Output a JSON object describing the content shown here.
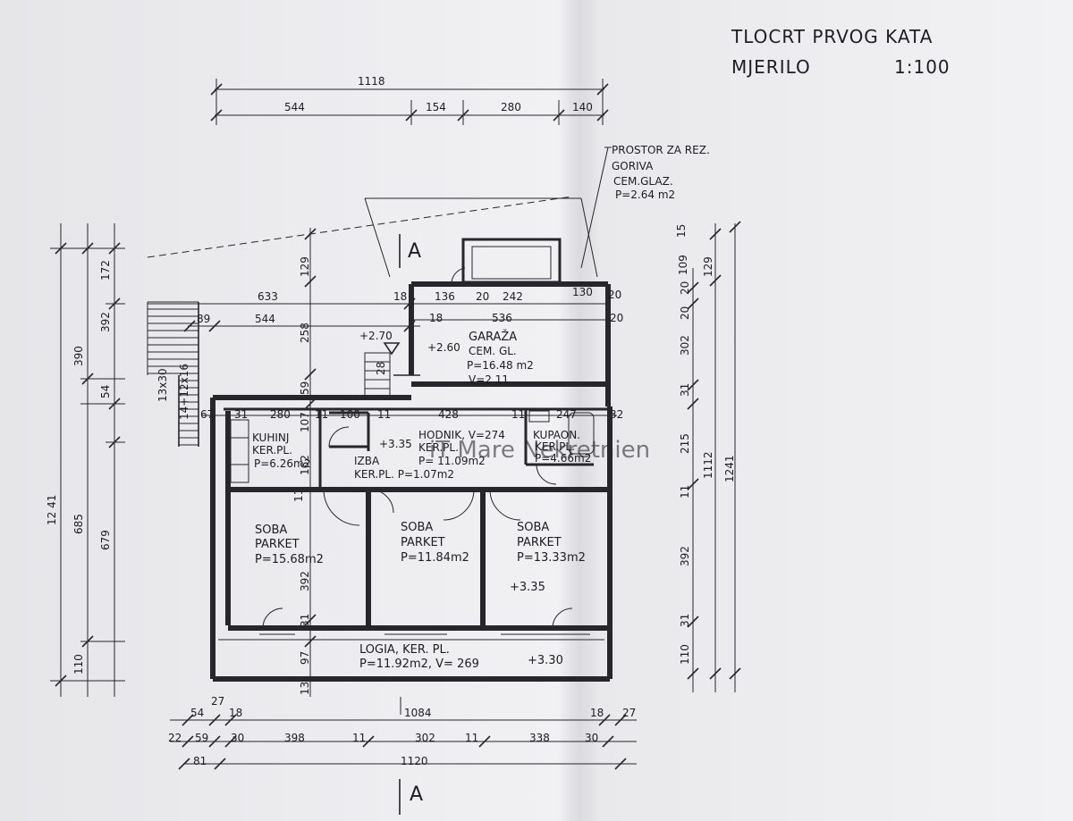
{
  "title": {
    "line1": "TLOCRT PRVOG KATA",
    "line2_label": "MJERILO",
    "line2_scale": "1:100"
  },
  "watermark": "iT Mare Nekretnien",
  "annotation": {
    "storage": [
      "PROSTOR ZA REZ.",
      "GORIVA",
      "CEM.GLAZ.",
      "P=2.64 m2"
    ]
  },
  "section_marks": [
    "A",
    "A"
  ],
  "rooms": {
    "garage": [
      "GARAŽA",
      "CEM. GL.",
      "P=16.48 m2",
      "V=2.11"
    ],
    "garage_level": "+2.60",
    "entry_level": "+2.70",
    "kitchen": [
      "KUHINJ",
      "KER.PL.",
      "P=6.26m2"
    ],
    "pantry": [
      "IZBA",
      "KER.PL. P=1.07m2"
    ],
    "hall": [
      "HODNIK, V=274",
      "KER.PL.",
      "P= 11.09m2"
    ],
    "hall_level": "+3.35",
    "bath": [
      "KUPAON.",
      "KER.PL.",
      "P=4.66m2"
    ],
    "room1": [
      "SOBA",
      "PARKET",
      "P=15.68m2"
    ],
    "room2": [
      "SOBA",
      "PARKET",
      "P=11.84m2"
    ],
    "room3": [
      "SOBA",
      "PARKET",
      "P=13.33m2"
    ],
    "room3_level": "+3.35",
    "loggia": [
      "LOGIA, KER. PL.",
      "P=11.92m2, V= 269"
    ],
    "loggia_level": "+3.30"
  },
  "dims": {
    "top_total": "1118",
    "top_row": [
      "544",
      "154",
      "280",
      "140"
    ],
    "garage_row1": [
      "136",
      "20",
      "242",
      "130",
      "20"
    ],
    "garage_row2": [
      "18",
      "18",
      "536",
      "20"
    ],
    "left_row1": "633",
    "left_row2": [
      "89",
      "544"
    ],
    "interior_row": [
      "67",
      "31",
      "280",
      "11",
      "100",
      "11",
      "428",
      "11",
      "247",
      "32"
    ],
    "bottom_total": "1084",
    "bottom_row1": [
      "54",
      "27",
      "18",
      "18",
      "27"
    ],
    "bottom_row2": [
      "22",
      "59",
      "30",
      "398",
      "11",
      "302",
      "11",
      "338",
      "30"
    ],
    "bottom_row3": [
      "81",
      "1120"
    ],
    "left_vertical_outer": "12 41",
    "left_vertical_mid": [
      "390",
      "685",
      "110"
    ],
    "left_vertical_inner": [
      "172",
      "392",
      "54",
      "679"
    ],
    "stair": [
      "13x30",
      "14+12x16"
    ],
    "center_vertical": [
      "129",
      "258",
      "59",
      "107",
      "162",
      "392",
      "31",
      "97",
      "13"
    ],
    "right_vertical_inner": [
      "20",
      "20",
      "302",
      "31",
      "215",
      "11",
      "392",
      "31",
      "110"
    ],
    "right_vertical_mid": [
      "109",
      "129",
      "1112"
    ],
    "right_vertical_outer": [
      "15",
      "1241"
    ],
    "misc": [
      "28",
      "11"
    ]
  }
}
